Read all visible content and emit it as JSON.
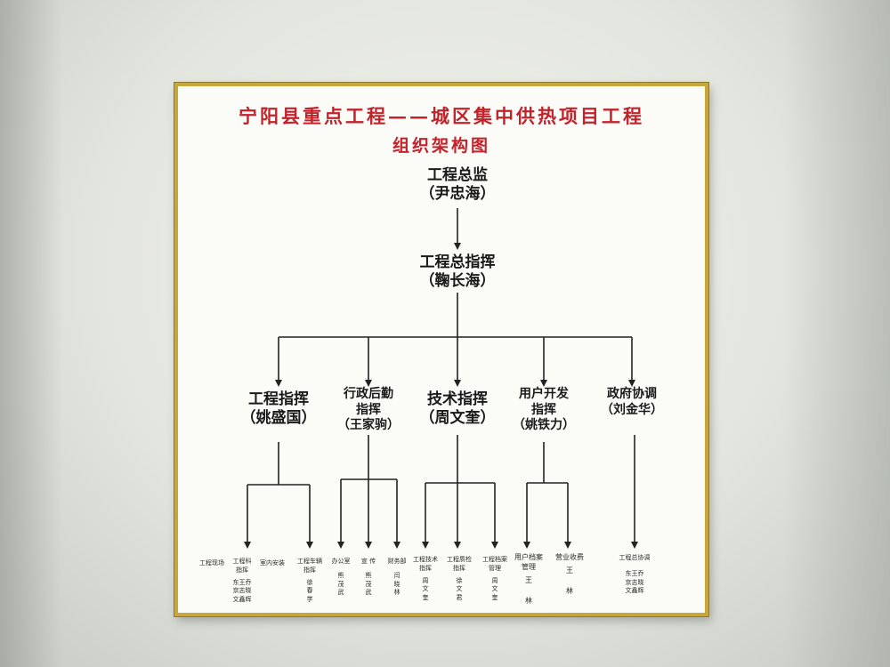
{
  "title": {
    "line1": "宁阳县重点工程——城区集中供热项目工程",
    "line2": "组织架构图"
  },
  "top": [
    {
      "role": "工程总监",
      "name": "（尹忠海）"
    },
    {
      "role": "工程总指挥",
      "name": "（鞠长海）"
    }
  ],
  "departments": [
    {
      "role": "工程指挥",
      "name": "（姚盛国）"
    },
    {
      "role": "行政后勤",
      "role2": "指挥",
      "name": "（王家驹）"
    },
    {
      "role": "技术指挥",
      "name": "（周文奎）"
    },
    {
      "role": "用户开发",
      "role2": "指挥",
      "name": "（姚铁力）"
    },
    {
      "role": "政府协调",
      "name": "（刘金华）"
    }
  ],
  "units": [
    {
      "label": "工程现场",
      "members": ""
    },
    {
      "label": "工程科\n指挥",
      "members": "东王乔\n京志晓\n文鑫辉"
    },
    {
      "label": "室内安装",
      "members": ""
    },
    {
      "label": "工程车辆\n指挥",
      "members": "徐\n春\n学"
    },
    {
      "label": "办公室",
      "members": "熊\n茂\n武"
    },
    {
      "label": "宣 传",
      "members": "熊\n茂\n武"
    },
    {
      "label": "财务部",
      "members": "闫\n晓\n林"
    },
    {
      "label": "工程技术\n指挥",
      "members": "周\n文\n奎"
    },
    {
      "label": "工程质检\n指挥",
      "members": "徐\n文\n君"
    },
    {
      "label": "工程档案\n管理",
      "members": "周\n文\n奎"
    },
    {
      "label": "用户档案\n管理",
      "members": "王\n\n林"
    },
    {
      "label": "营业收费",
      "members": "王\n\n林"
    },
    {
      "label": "工程总协调",
      "members": "东王乔\n京志晓\n文鑫辉"
    }
  ]
}
